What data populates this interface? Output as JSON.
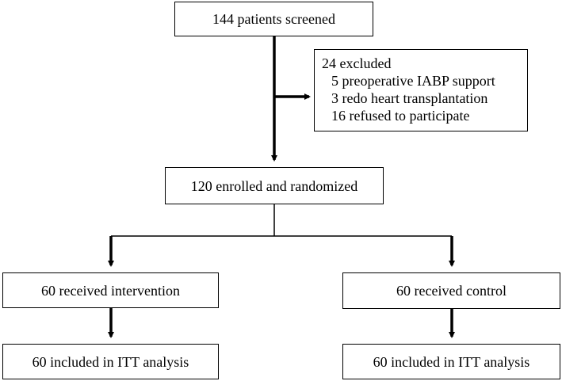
{
  "flowchart": {
    "screened": "144 patients screened",
    "excluded": {
      "title": "24 excluded",
      "reasons": [
        "5 preoperative IABP support",
        "3 redo heart transplantation",
        "16 refused to participate"
      ]
    },
    "enrolled": "120 enrolled and randomized",
    "intervention": "60 received intervention",
    "control": "60 received control",
    "itt_intervention": "60 included in ITT analysis",
    "itt_control": "60 included in ITT analysis"
  }
}
